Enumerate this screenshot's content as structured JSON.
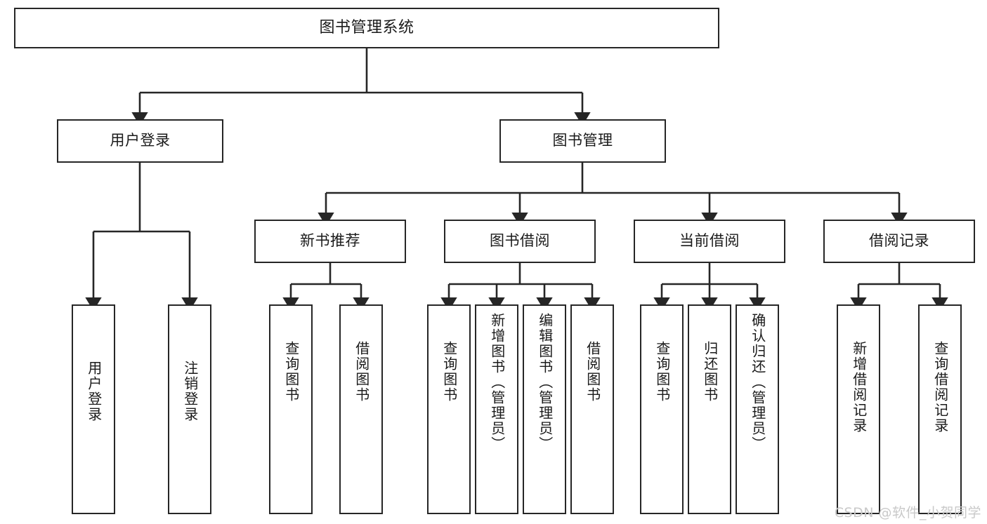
{
  "diagram": {
    "title": "图书管理系统",
    "type": "hierarchy-tree",
    "colors": {
      "box_border": "#262626",
      "box_fill": "#ffffff",
      "connector": "#262626",
      "background": "#ffffff",
      "watermark": "#c9c9c9"
    },
    "levels": {
      "root": {
        "label": "图书管理系统"
      },
      "level2": [
        {
          "label": "用户登录"
        },
        {
          "label": "图书管理"
        }
      ],
      "level3": [
        {
          "label": "新书推荐"
        },
        {
          "label": "图书借阅"
        },
        {
          "label": "当前借阅"
        },
        {
          "label": "借阅记录"
        }
      ],
      "leaves": {
        "user_login": [
          {
            "label": "用户登录"
          },
          {
            "label": "注销登录"
          }
        ],
        "new_book_recommend": [
          {
            "label": "查询图书"
          },
          {
            "label": "借阅图书"
          }
        ],
        "book_borrow": [
          {
            "label": "查询图书"
          },
          {
            "label": "新增图书（管理员）"
          },
          {
            "label": "编辑图书（管理员）"
          },
          {
            "label": "借阅图书"
          }
        ],
        "current_borrow": [
          {
            "label": "查询图书"
          },
          {
            "label": "归还图书"
          },
          {
            "label": "确认归还（管理员）"
          }
        ],
        "borrow_record": [
          {
            "label": "新增借阅记录"
          },
          {
            "label": "查询借阅记录"
          }
        ]
      }
    },
    "watermark": "CSDN @软件_小贺同学"
  }
}
